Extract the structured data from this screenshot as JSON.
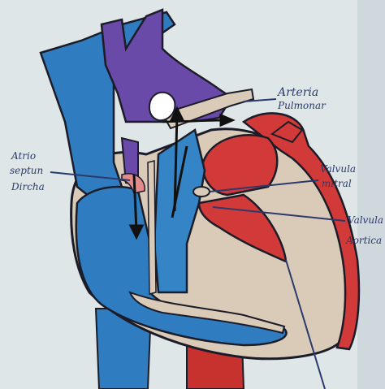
{
  "labels": {
    "atrio_septum_top": "Atrio",
    "atrio_septum_mid": "septun",
    "atrio_septum_bot": "Dircha",
    "arteria_top": "Arteria",
    "arteria_bot": "Pulmonar",
    "valvula_mitral_top": "Valvula",
    "valvula_mitral_bot": "mitral",
    "valvula_aortica_top": "Valvula",
    "valvula_aortica_bot": "Aortica"
  },
  "colors": {
    "paper": "#dfe6e8",
    "deoxygenated_blue": "#2f7dc0",
    "pulmonary_purple": "#6a4aa8",
    "oxygenated_red": "#d23a3a",
    "septum_tan": "#d9cbb8",
    "ink": "#1c1c28",
    "label_ink": "#2b3a6b"
  }
}
